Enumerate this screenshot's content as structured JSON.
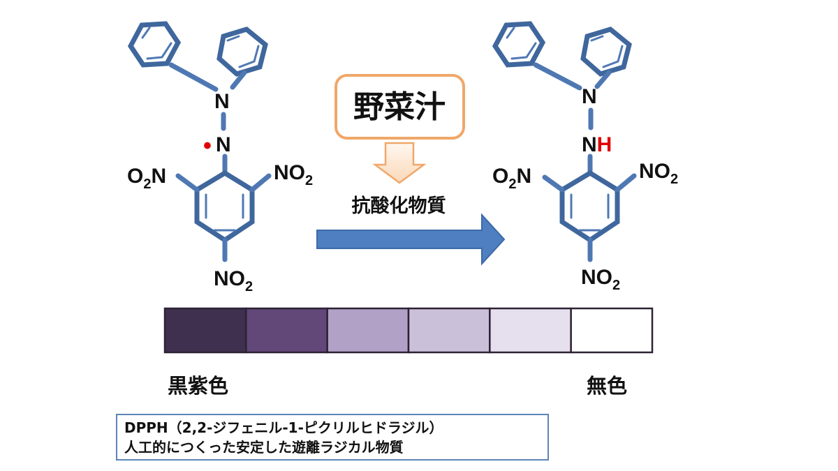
{
  "reaction": {
    "reagent": "野菜汁",
    "agent": "抗酸化物質",
    "left_molecule": {
      "atoms": [
        "N",
        "N",
        "O",
        "N",
        "NO",
        "NO"
      ],
      "subscript": "2",
      "radical_dot": "•"
    },
    "right_molecule": {
      "atoms": [
        "N",
        "N",
        "H",
        "O",
        "N",
        "NO",
        "NO"
      ],
      "subscript": "2"
    }
  },
  "color_scale": {
    "colors": [
      "#3f304f",
      "#614878",
      "#b2a1c7",
      "#cbc0da",
      "#e6e0ee",
      "#ffffff"
    ],
    "left_label": "黒紫色",
    "right_label": "無色"
  },
  "note": {
    "line1": "DPPH（2,2-ジフェニル-1-ピクリルヒドラジル）",
    "line2": "人工的につくった安定した遊離ラジカル物質"
  },
  "colors": {
    "bond": "#4f78b3",
    "arrow": "#4f7ec1",
    "radical_and_hydrogen": "#e00000",
    "reagent_border": "#f0a76a"
  }
}
